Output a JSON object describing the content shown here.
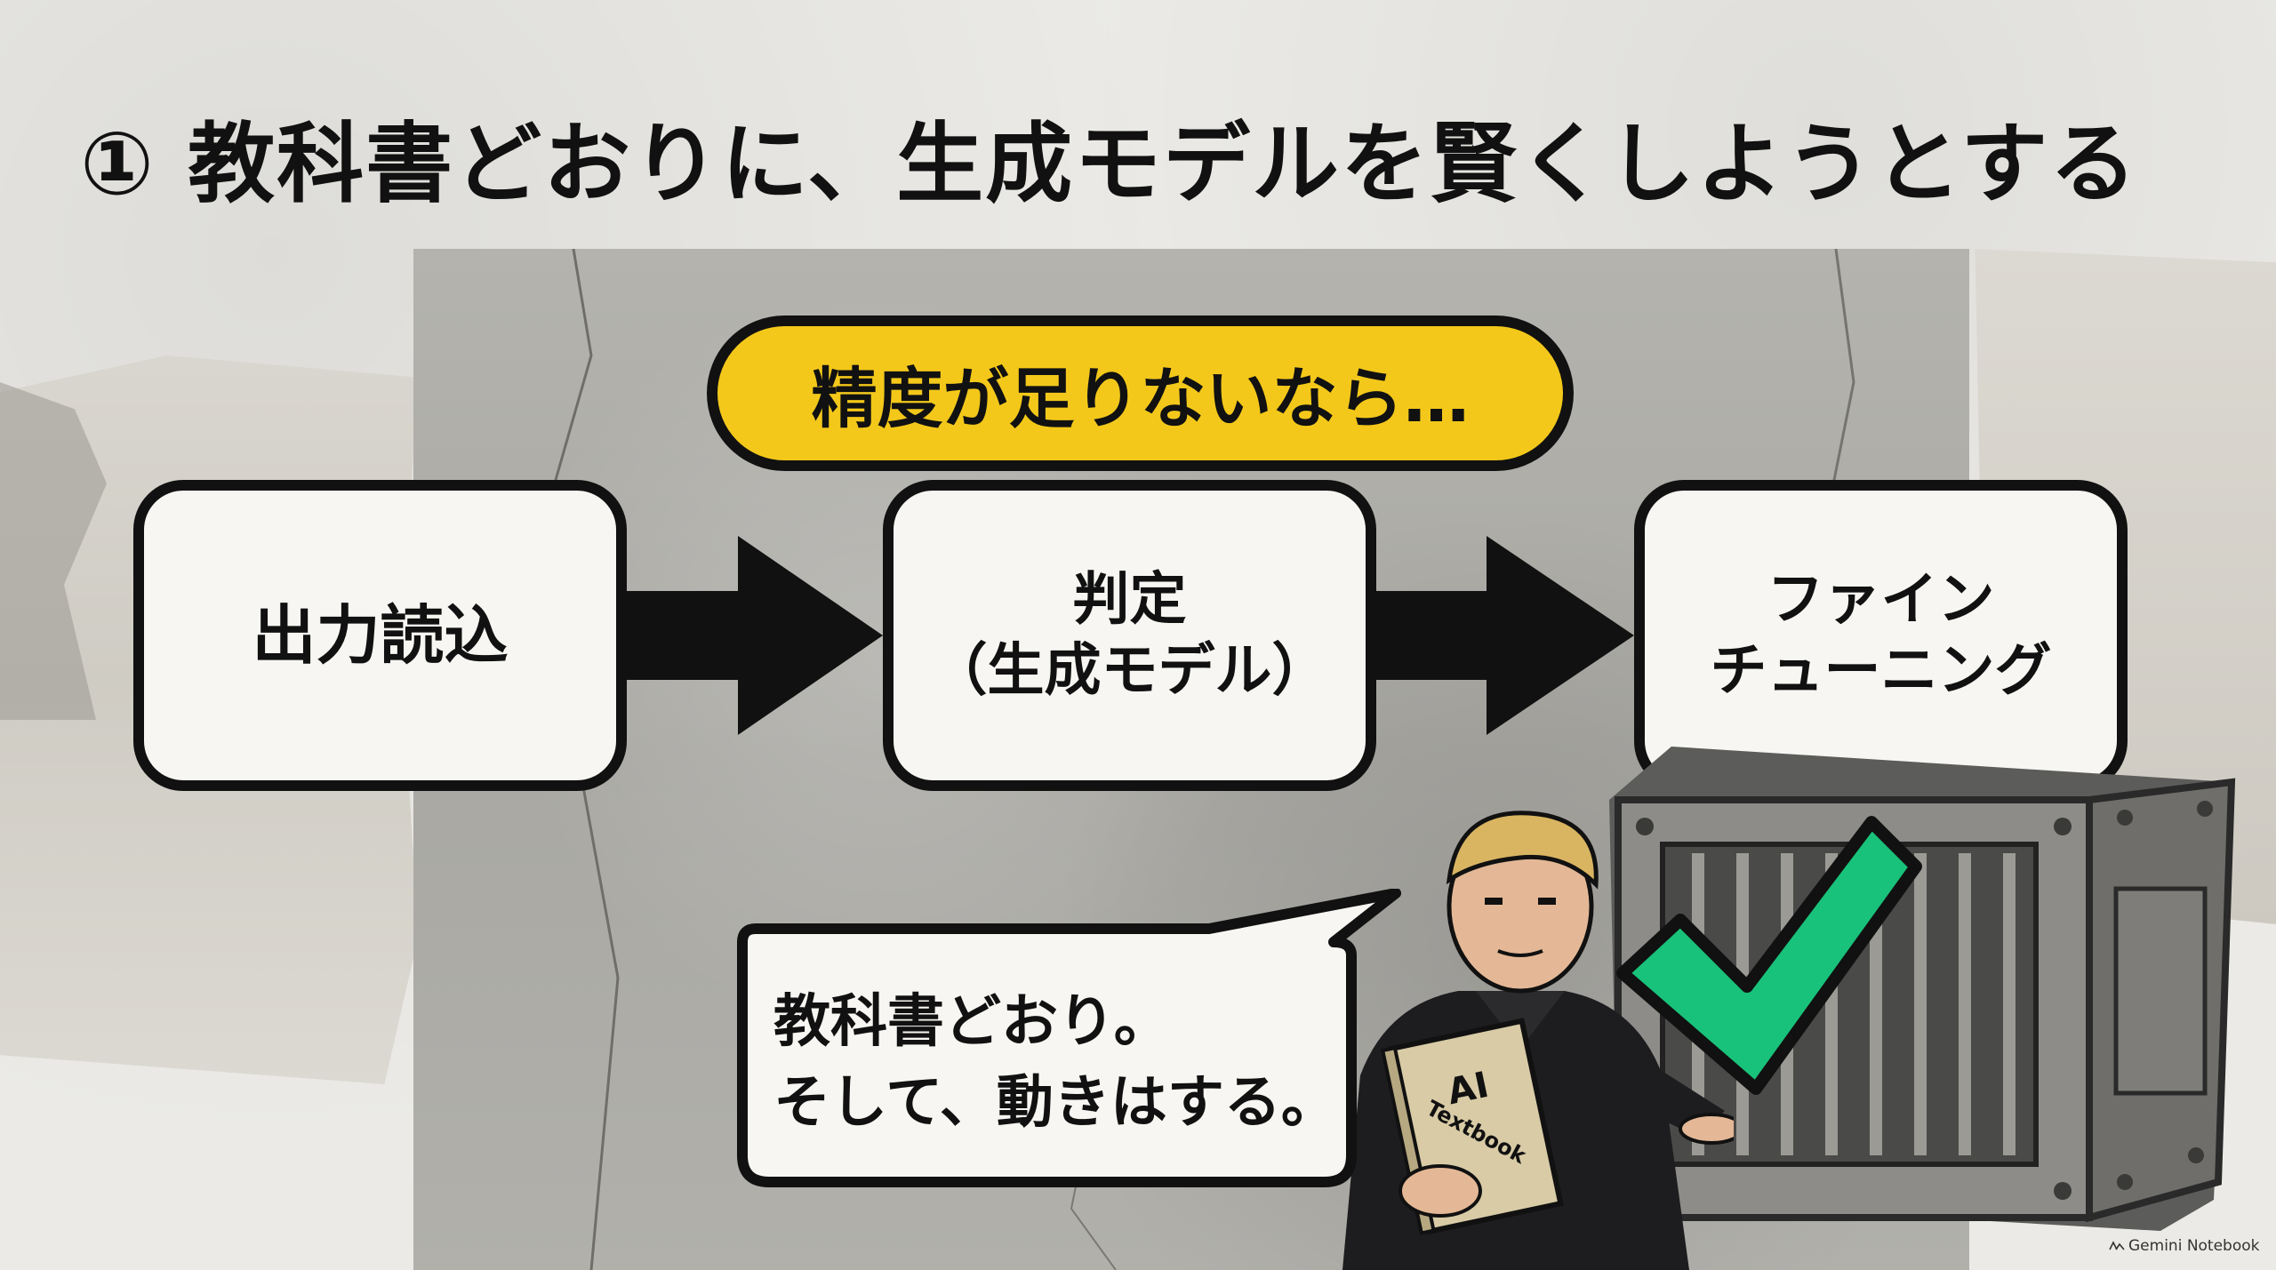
{
  "title": "① 教科書どおりに、生成モデルを賢くしようとする",
  "banner": {
    "label": "精度が足りないなら…"
  },
  "steps": [
    {
      "lines": [
        "出力読込"
      ]
    },
    {
      "lines": [
        "判定",
        "（生成モデル）"
      ]
    },
    {
      "lines": [
        "ファイン",
        "チューニング"
      ]
    }
  ],
  "speech": {
    "lines": [
      "教科書どおり。",
      "そして、動きはする。"
    ]
  },
  "book": {
    "line1": "AI",
    "line2": "Textbook"
  },
  "watermark": "Gemini Notebook",
  "colors": {
    "banner": "#f3c81a",
    "check": "#19c27a",
    "outline": "#111111",
    "box_fill": "#f7f6f2"
  },
  "icons": [
    "right-arrow-icon",
    "checkmark-icon",
    "vault-icon"
  ]
}
